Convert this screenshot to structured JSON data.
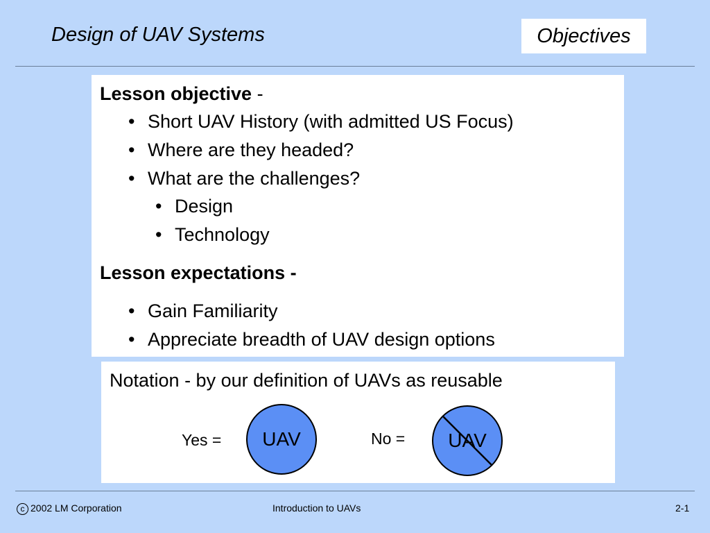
{
  "header": {
    "title": "Design of UAV Systems",
    "section": "Objectives"
  },
  "objectives": {
    "lesson_objective_heading": "Lesson objective",
    "lesson_objective_dash": " -",
    "items": [
      "Short UAV History (with admitted US Focus)",
      "Where are they headed?",
      "What are the challenges?"
    ],
    "challenges": [
      "Design",
      "Technology"
    ],
    "lesson_expectations_heading": "Lesson expectations -",
    "expectations": [
      "Gain Familiarity",
      "Appreciate breadth of UAV design options"
    ],
    "bullet": "•"
  },
  "notation": {
    "text": "Notation - by our definition of UAVs as reusable",
    "yes_label": "Yes =",
    "no_label": "No =",
    "circle_label": "UAV"
  },
  "footer": {
    "copyright_symbol": "c",
    "copyright": "2002 LM Corporation",
    "course": "Introduction to UAVs",
    "page": "2-1"
  },
  "colors": {
    "background": "#bcd7fb",
    "circle_fill": "#5b8ff5"
  }
}
